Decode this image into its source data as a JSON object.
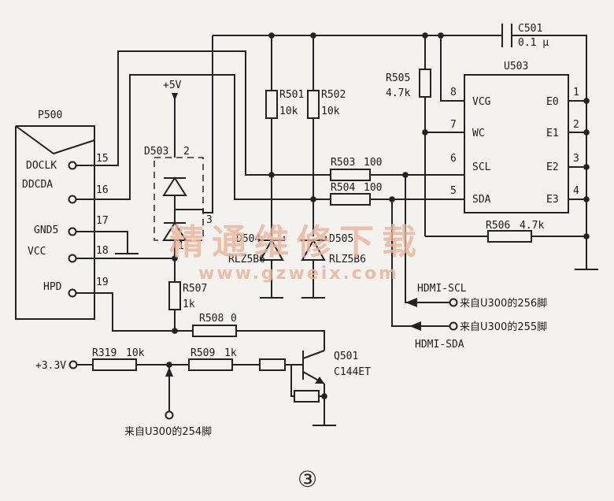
{
  "connector": {
    "name": "P500",
    "pins": [
      {
        "label": "DOCLK",
        "num": "15"
      },
      {
        "label": "DDCDA",
        "num": "16"
      },
      {
        "label": "GND5",
        "num": "17"
      },
      {
        "label": "VCC",
        "num": "18"
      },
      {
        "label": "HPD",
        "num": "19"
      }
    ]
  },
  "chip": {
    "name": "U503",
    "left": [
      {
        "label": "VCG",
        "num": "8"
      },
      {
        "label": "WC",
        "num": "7"
      },
      {
        "label": "SCL",
        "num": "6"
      },
      {
        "label": "SDA",
        "num": "5"
      }
    ],
    "right": [
      {
        "label": "E0",
        "num": "1"
      },
      {
        "label": "E1",
        "num": "2"
      },
      {
        "label": "E2",
        "num": "3"
      },
      {
        "label": "E3",
        "num": "4"
      }
    ]
  },
  "parts": {
    "c501": {
      "ref": "C501",
      "val": "0.1 μ"
    },
    "r501": {
      "ref": "R501",
      "val": "10k"
    },
    "r502": {
      "ref": "R502",
      "val": "10k"
    },
    "r505": {
      "ref": "R505",
      "val": "4.7k"
    },
    "r503": {
      "ref": "R503",
      "val": "100"
    },
    "r504": {
      "ref": "R504",
      "val": "100"
    },
    "r506": {
      "ref": "R506",
      "val": "4.7k"
    },
    "r507": {
      "ref": "R507",
      "val": "1k"
    },
    "r508": {
      "ref": "R508",
      "val": "0"
    },
    "r319": {
      "ref": "R319",
      "val": "10k"
    },
    "r509": {
      "ref": "R509",
      "val": "1k"
    },
    "d503": {
      "ref": "D503",
      "pin2": "2",
      "pin3": "3",
      "pin1": "1"
    },
    "d504": {
      "ref": "D504",
      "val": "RLZ5B6"
    },
    "d505": {
      "ref": "D505",
      "val": "RLZ5B6"
    },
    "q501": {
      "ref": "Q501",
      "val": "C144ET"
    }
  },
  "supplies": {
    "plus5": "+5V",
    "plus33": "+3.3V"
  },
  "signals": {
    "scl_net": "HDMI-SCL",
    "sda_net": "HDMI-SDA",
    "from256": "来自U300的256脚",
    "from255": "来自U300的255脚",
    "from254": "来自U300的254脚"
  },
  "watermark": {
    "line1": "精通维修下载",
    "line2": "www.gzweix.com"
  },
  "figure_number": "③"
}
